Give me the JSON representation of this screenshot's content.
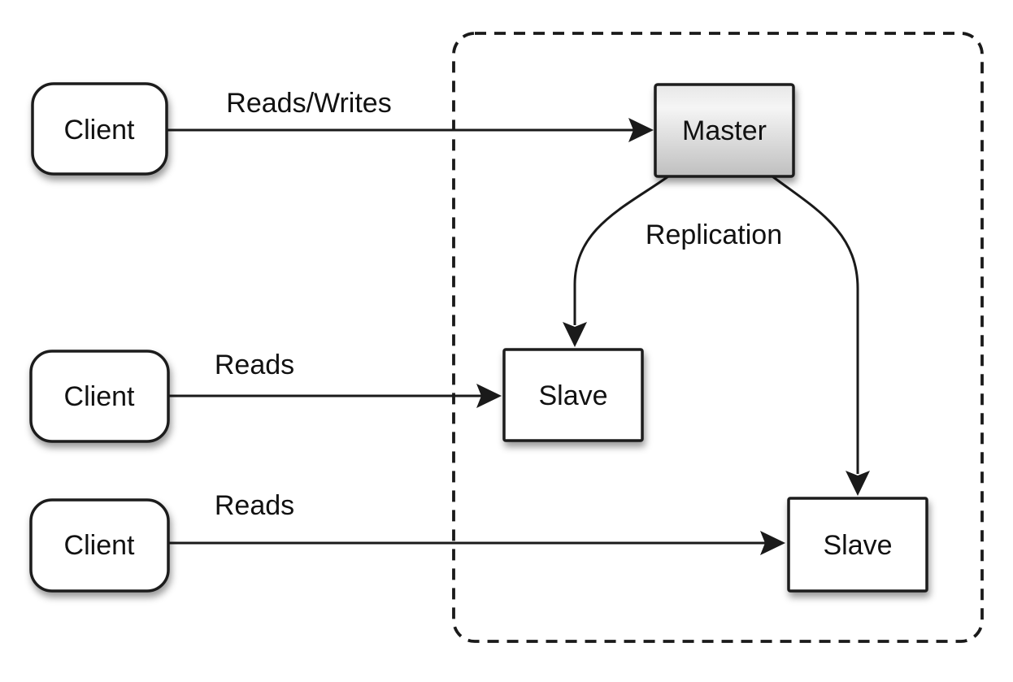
{
  "diagram": {
    "description": "Master-slave database replication diagram",
    "nodes": {
      "client_top": {
        "label": "Client"
      },
      "client_middle": {
        "label": "Client"
      },
      "client_bottom": {
        "label": "Client"
      },
      "master": {
        "label": "Master"
      },
      "slave_left": {
        "label": "Slave"
      },
      "slave_right": {
        "label": "Slave"
      }
    },
    "edge_labels": {
      "reads_writes": "Reads/Writes",
      "reads_middle": "Reads",
      "reads_bottom": "Reads",
      "replication": "Replication"
    },
    "colors": {
      "stroke": "#1a1a1a",
      "text": "#111111",
      "node_fill": "#ffffff",
      "master_gradient_top": "#e7e7e7",
      "master_gradient_mid": "#f5f5f5",
      "master_gradient_bottom": "#bfbfbf",
      "background": "#ffffff"
    }
  }
}
